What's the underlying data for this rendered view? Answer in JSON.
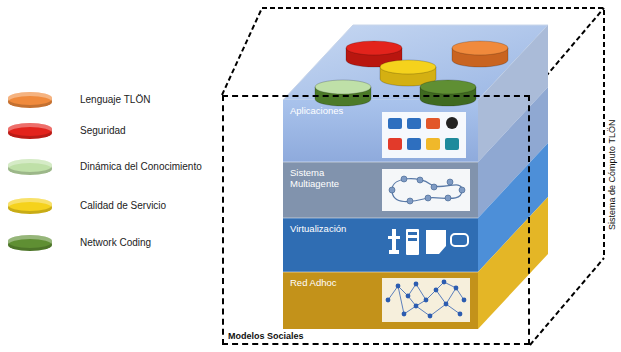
{
  "diagram": {
    "nodes": [
      {
        "text": [
          "Modelos Sociales"
        ]
      },
      {
        "text": [
          "Aplicaciones"
        ],
        "in": 0
      },
      {
        "text": [
          "Sistema Multiagente"
        ],
        "in": 0
      },
      {
        "text": [
          "Virtualización"
        ],
        "in": 0
      },
      {
        "text": [
          "Red Adhoc"
        ],
        "in": 0
      }
    ],
    "labels": [
      "Sistema de Cómputo TLÖN"
    ],
    "legend": [
      {
        "text": "Lenguaje TLÖN",
        "color": "#f08a3c"
      },
      {
        "text": "Seguridad",
        "color": "#e3231c"
      },
      {
        "text": "Dinámica del Conocimiento",
        "color": "#bfe0a8"
      },
      {
        "text": "Calidad de Servicio",
        "color": "#f5d21c"
      },
      {
        "text": "Network Coding",
        "color": "#5f8f33"
      }
    ]
  }
}
